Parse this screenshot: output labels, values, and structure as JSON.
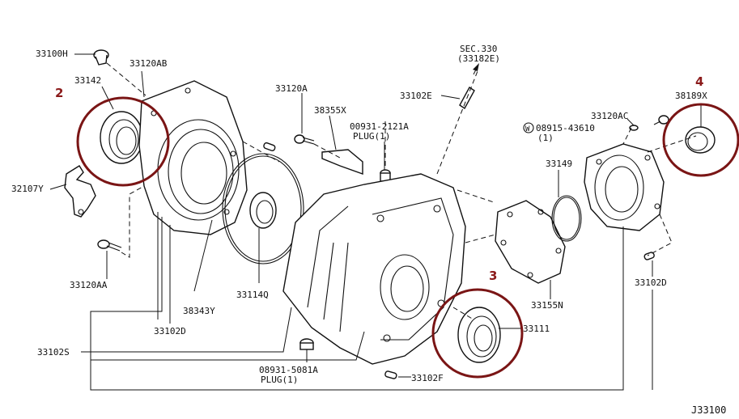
{
  "diagram": {
    "code": "J33100",
    "labels": {
      "p33100H": "33100H",
      "p33120AB": "33120AB",
      "p33142": "33142",
      "p32107Y": "32107Y",
      "p33120AA": "33120AA",
      "p38343Y": "38343Y",
      "p33102D_left": "33102D",
      "p33102S": "33102S",
      "p33114Q": "33114Q",
      "p33120A": "33120A",
      "p38355X": "38355X",
      "p00931_2121A": "00931-2121A",
      "plug_top": "PLUG(1)",
      "sec_330": "SEC.330",
      "sec_33182E": "(33182E)",
      "p33102E": "33102E",
      "p08931_5081A": "08931-5081A",
      "plug_bottom": "PLUG(1)",
      "p33102F": "33102F",
      "p33111": "33111",
      "p33155N": "33155N",
      "p33149": "33149",
      "p33120AC": "33120AC",
      "p08915_43610": "08915-43610",
      "w_symbol": "W",
      "qty_1": "(1)",
      "p38189X": "38189X",
      "p33102D_right": "33102D"
    },
    "callouts": {
      "c2": "2",
      "c3": "3",
      "c4": "4"
    }
  }
}
